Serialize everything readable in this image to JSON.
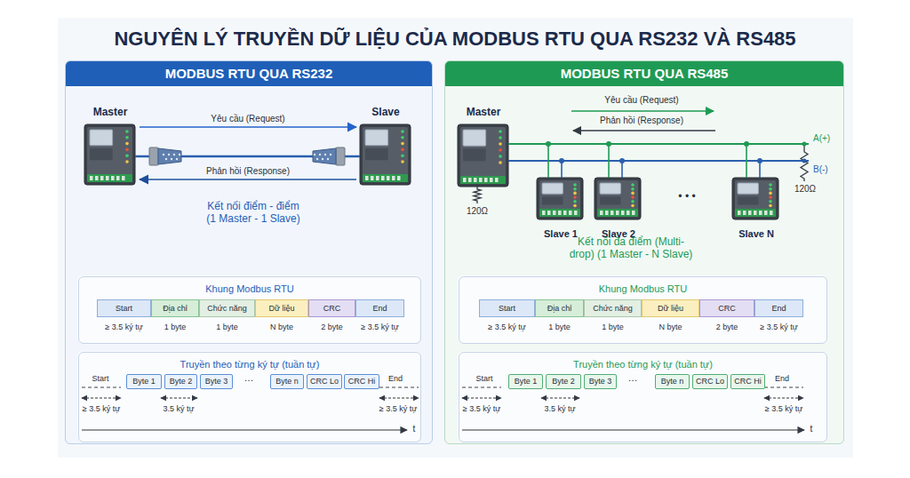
{
  "diagram": {
    "title": "NGUYÊN LÝ TRUYỀN DỮ LIỆU CỦA MODBUS RTU QUA RS232 VÀ RS485",
    "nodes": [
      {
        "text": [
          "MODBUS RTU QUA RS232"
        ]
      },
      {
        "text": [
          "Master"
        ],
        "in": 0
      },
      {
        "text": [
          "Slave"
        ],
        "in": 0
      },
      {
        "text": [
          "Khung Modbus RTU"
        ],
        "in": 0
      },
      {
        "text": [
          "Start",
          "≥ 3.5 ký tự"
        ],
        "in": 3
      },
      {
        "text": [
          "Địa chỉ",
          "1 byte"
        ],
        "in": 3
      },
      {
        "text": [
          "Chức năng",
          "1 byte"
        ],
        "in": 3
      },
      {
        "text": [
          "Dữ liệu",
          "N byte"
        ],
        "in": 3
      },
      {
        "text": [
          "CRC",
          "2 byte"
        ],
        "in": 3
      },
      {
        "text": [
          "End",
          "≥ 3.5 ký tự"
        ],
        "in": 3
      },
      {
        "text": [
          "Truyền theo từng ký tự (tuần tự)"
        ],
        "in": 0
      },
      {
        "text": [
          "Byte 1"
        ],
        "in": 10
      },
      {
        "text": [
          "Byte 2"
        ],
        "in": 10
      },
      {
        "text": [
          "Byte 3"
        ],
        "in": 10
      },
      {
        "text": [
          "Byte n"
        ],
        "in": 10
      },
      {
        "text": [
          "CRC Lo"
        ],
        "in": 10
      },
      {
        "text": [
          "CRC Hi"
        ],
        "in": 10
      },
      {
        "text": [
          "MODBUS RTU QUA RS485"
        ]
      },
      {
        "text": [
          "Master"
        ],
        "in": 17
      },
      {
        "text": [
          "Slave 1"
        ],
        "in": 17
      },
      {
        "text": [
          "Slave 2"
        ],
        "in": 17
      },
      {
        "text": [
          "Slave N"
        ],
        "in": 17
      },
      {
        "text": [
          "Khung Modbus RTU"
        ],
        "in": 17
      },
      {
        "text": [
          "Start",
          "≥ 3.5 ký tự"
        ],
        "in": 22
      },
      {
        "text": [
          "Địa chỉ",
          "1 byte"
        ],
        "in": 22
      },
      {
        "text": [
          "Chức năng",
          "1 byte"
        ],
        "in": 22
      },
      {
        "text": [
          "Dữ liệu",
          "N byte"
        ],
        "in": 22
      },
      {
        "text": [
          "CRC",
          "2 byte"
        ],
        "in": 22
      },
      {
        "text": [
          "End",
          "≥ 3.5 ký tự"
        ],
        "in": 22
      },
      {
        "text": [
          "Truyền theo từng ký tự (tuần tự)"
        ],
        "in": 17
      },
      {
        "text": [
          "Byte 1"
        ],
        "in": 29
      },
      {
        "text": [
          "Byte 2"
        ],
        "in": 29
      },
      {
        "text": [
          "Byte 3"
        ],
        "in": 29
      },
      {
        "text": [
          "Byte n"
        ],
        "in": 29
      },
      {
        "text": [
          "CRC Lo"
        ],
        "in": 29
      },
      {
        "text": [
          "CRC Hi"
        ],
        "in": 29
      }
    ],
    "edges": [
      {
        "from": 1,
        "to": 2,
        "arrow": "to",
        "label": "Yêu cầu (Request)"
      },
      {
        "from": 2,
        "to": 1,
        "arrow": "to",
        "label": "Phản hồi (Response)"
      }
    ],
    "labels": [
      "Kết nối điểm - điểm (1 Master - 1 Slave)",
      "Start",
      "…",
      "End",
      "≥ 3.5 ký tự",
      "3.5 ký tự",
      "≥ 3.5 ký tự",
      "t",
      "Yêu cầu (Request)",
      "Phản hồi (Response)",
      "A(+)",
      "B(-)",
      "120Ω",
      "120Ω",
      "• • •",
      "Kết nối đa điểm (Multi-drop) (1 Master - N Slave)",
      "Start",
      "…",
      "End",
      "≥ 3.5 ký tự",
      "3.5 ký tự",
      "≥ 3.5 ký tự",
      "t"
    ]
  }
}
